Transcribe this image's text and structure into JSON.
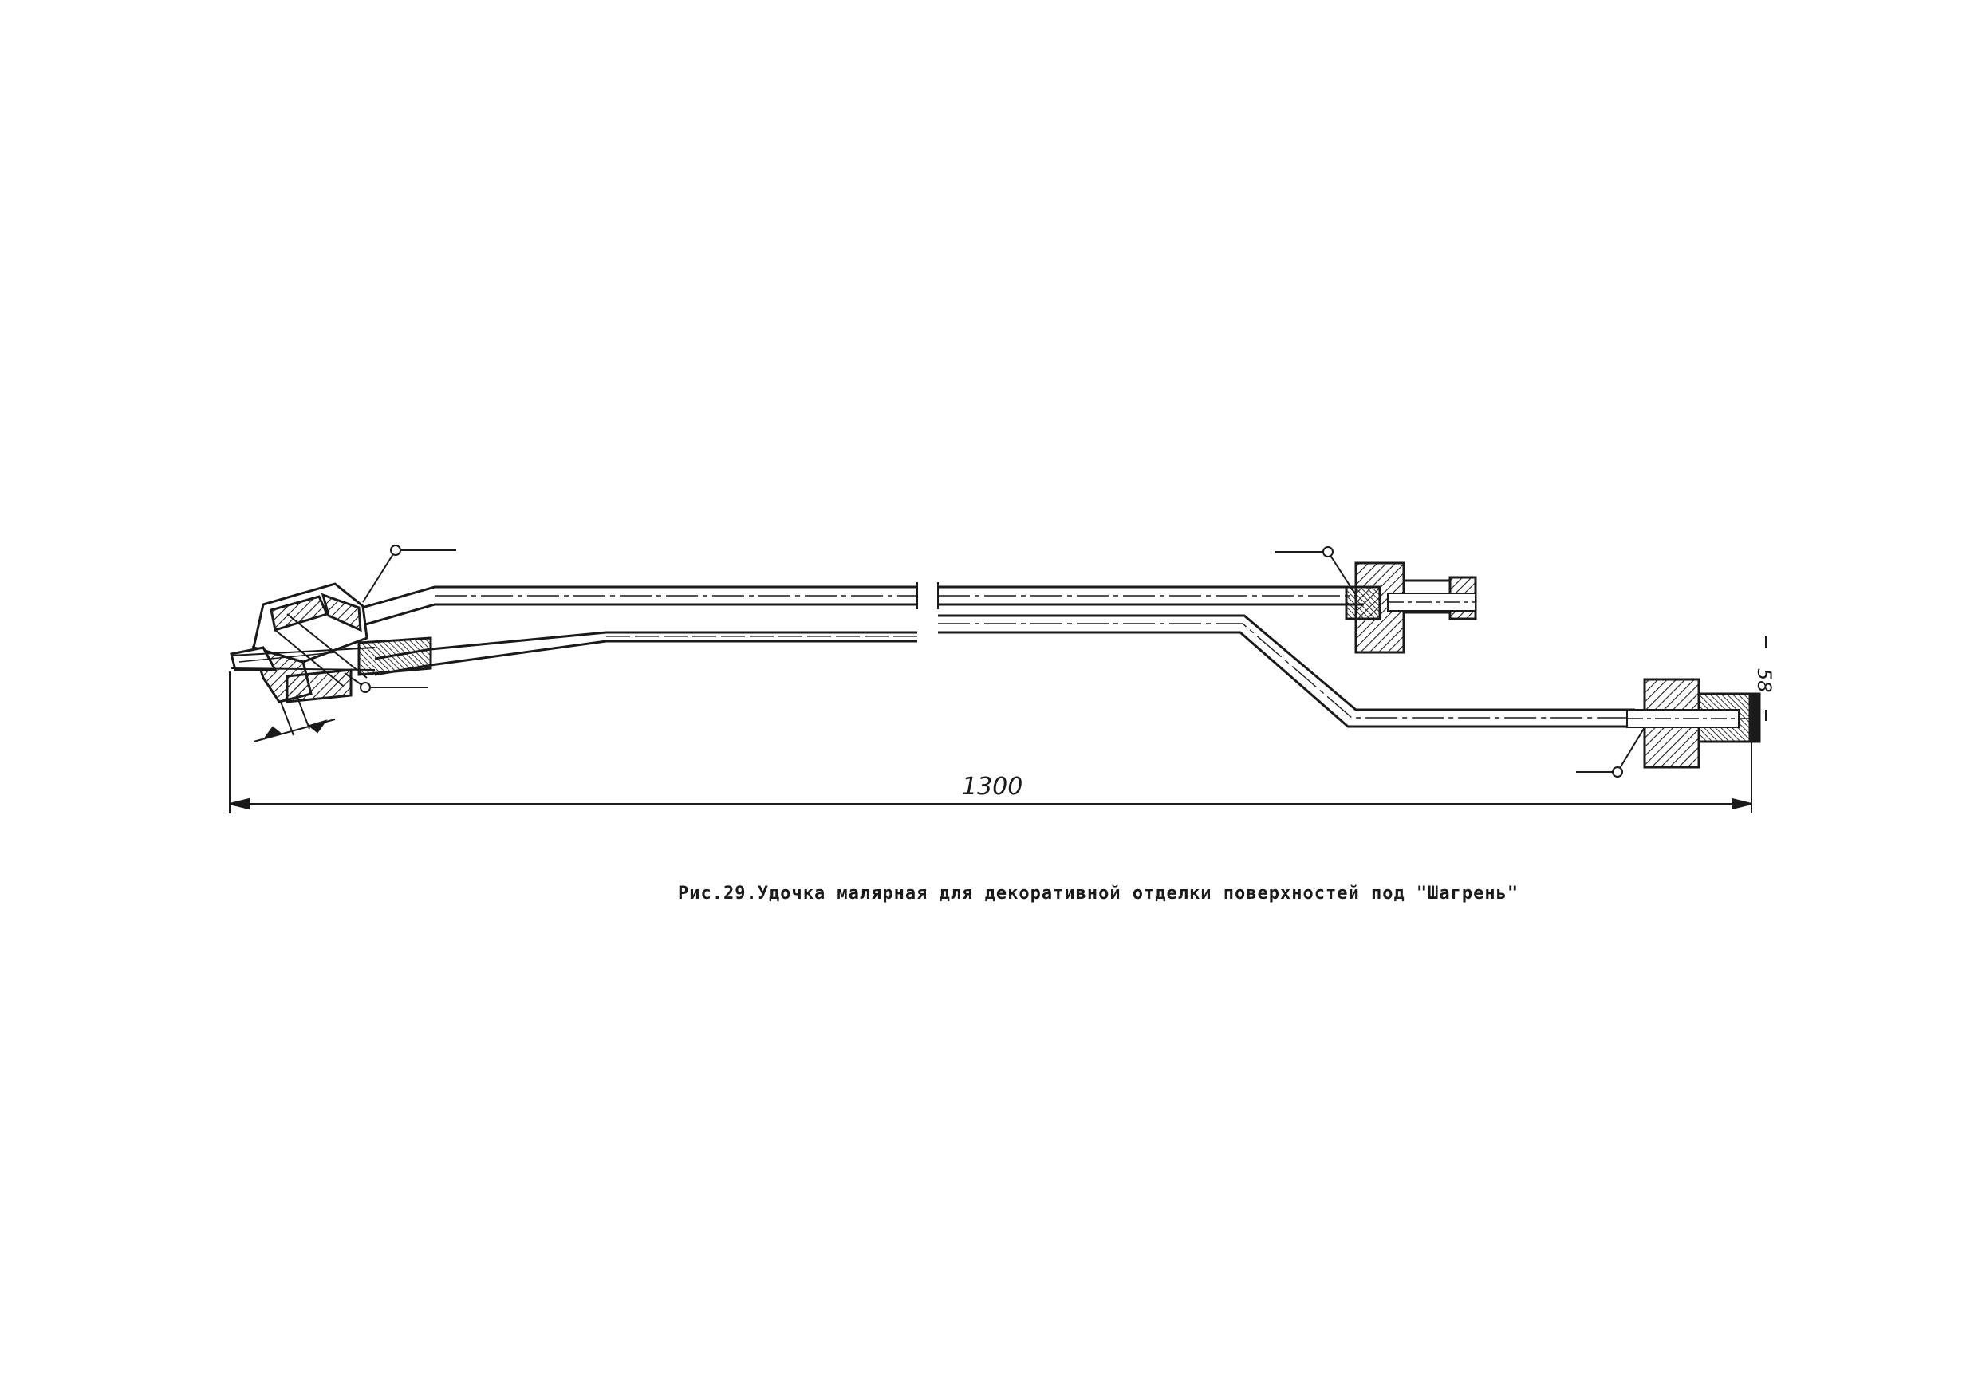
{
  "figure": {
    "caption": "Рис.29.Удочка малярная для декоративной отделки поверхностей под \"Шагрень\"",
    "dimensions": {
      "overall_length": "1300",
      "offset": "58"
    }
  }
}
